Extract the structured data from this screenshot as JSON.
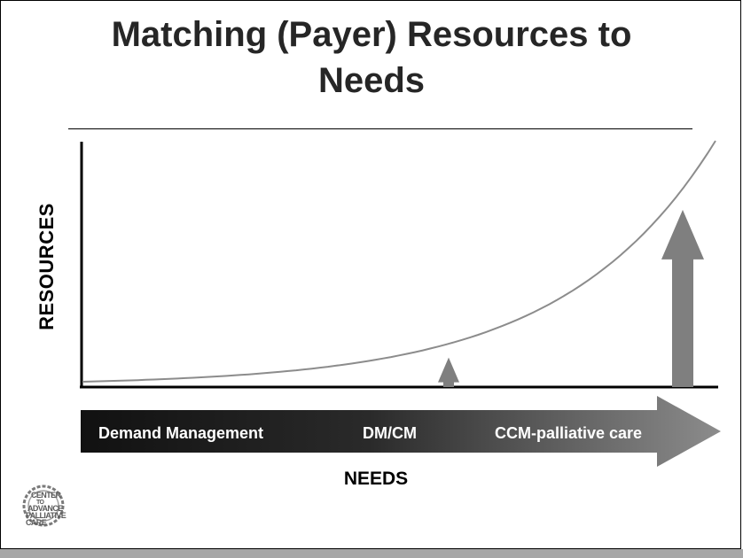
{
  "slide": {
    "title_lines": [
      "Matching (Payer) Resources to",
      "Needs"
    ]
  },
  "diagram": {
    "y_axis_label": "RESOURCES",
    "x_axis_label": "NEEDS",
    "bands": [
      {
        "label": "Demand Management"
      },
      {
        "label": "DM/CM"
      },
      {
        "label": "CCM-palliative care"
      }
    ],
    "arrows": [
      {
        "name": "dm-cm-arrow",
        "level": 0.12
      },
      {
        "name": "ccm-arrow",
        "level": 0.72
      }
    ],
    "colors": {
      "title": "#262626",
      "curve": "#8c8c8c",
      "arrow": "#7f7f7f",
      "band_start": "#111111",
      "band_end": "#8c8c8c",
      "bottom_bar": "#a6a6a6"
    }
  },
  "logo": {
    "lines": [
      "CENTER",
      "TO",
      "ADVANCE",
      "PALLIATIVE",
      "CARE"
    ]
  }
}
